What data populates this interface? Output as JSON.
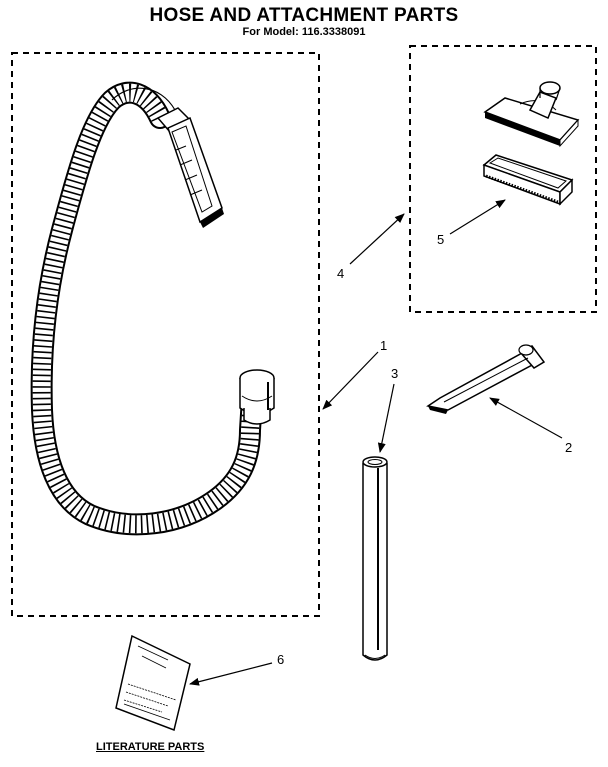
{
  "header": {
    "title": "HOSE AND ATTACHMENT PARTS",
    "subtitle": "For Model: 116.3338091"
  },
  "callouts": {
    "c1": "1",
    "c2": "2",
    "c3": "3",
    "c4": "4",
    "c5": "5",
    "c6": "6"
  },
  "footer": {
    "literature_label": "LITERATURE PARTS"
  },
  "colors": {
    "ink": "#000000",
    "paper": "#ffffff"
  }
}
